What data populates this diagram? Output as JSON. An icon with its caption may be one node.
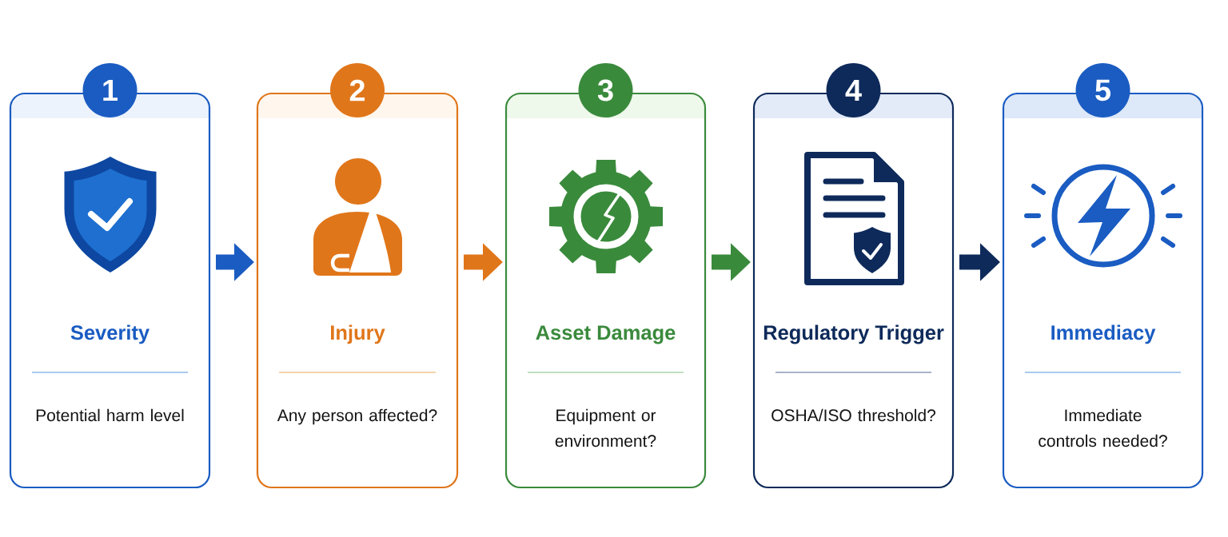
{
  "diagram": {
    "nodes": [
      {
        "text": [
          "1"
        ]
      },
      {
        "text": [
          "Severity",
          "Potential harm level"
        ]
      },
      {
        "text": [
          "2"
        ]
      },
      {
        "text": [
          "Injury",
          "Any person affected?"
        ]
      },
      {
        "text": [
          "3"
        ]
      },
      {
        "text": [
          "Asset Damage",
          "Equipment or environment?"
        ]
      },
      {
        "text": [
          "4"
        ]
      },
      {
        "text": [
          "Regulatory Trigger",
          "OSHA/ISO threshold?"
        ]
      },
      {
        "text": [
          "5"
        ]
      },
      {
        "text": [
          "Immediacy",
          "Immediate controls needed?"
        ]
      }
    ],
    "edges": [
      {
        "from": 1,
        "to": 3,
        "arrow": "to",
        "color": "#1a5cc2"
      },
      {
        "from": 3,
        "to": 5,
        "arrow": "to",
        "color": "#e0761a"
      },
      {
        "from": 5,
        "to": 7,
        "arrow": "to",
        "color": "#3a8a3c"
      },
      {
        "from": 7,
        "to": 9,
        "arrow": "to",
        "color": "#0e2a5a"
      }
    ]
  }
}
